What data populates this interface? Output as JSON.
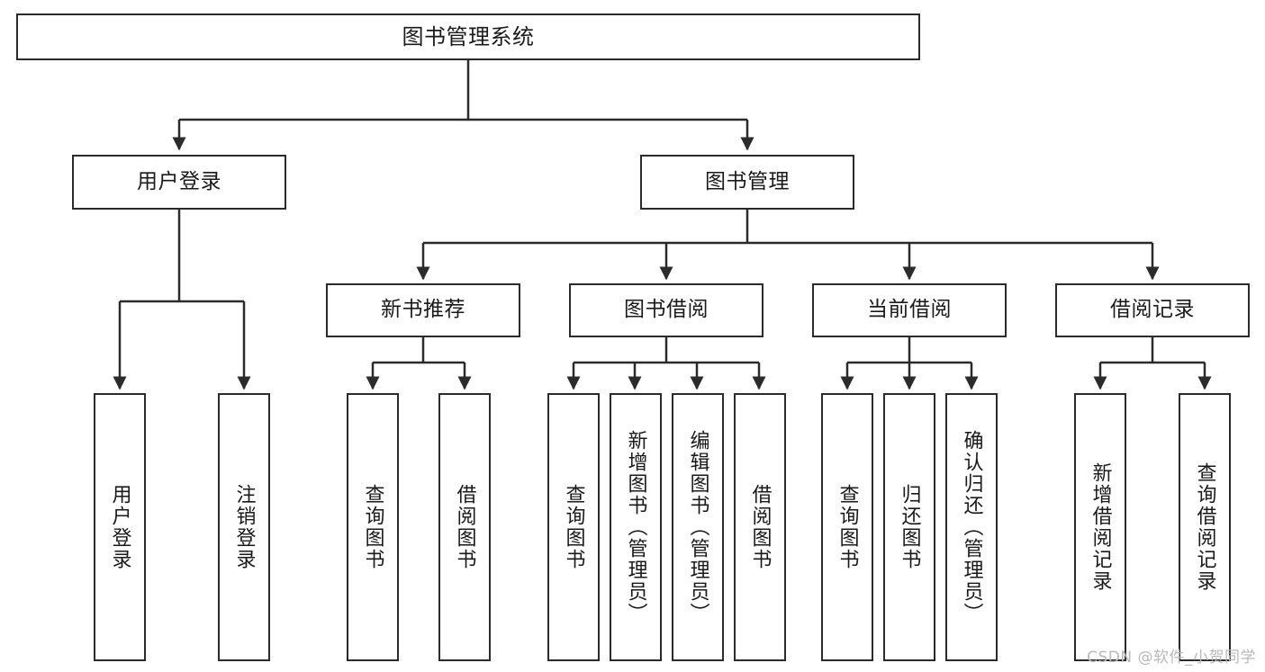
{
  "diagram": {
    "title": "图书管理系统",
    "type": "tree-hierarchy",
    "watermark": "CSDN @软件_小贺同学",
    "colors": {
      "background": "#ffffff",
      "box_border": "#2b2b2b",
      "box_fill": "#ffffff",
      "text": "#1a1a1a",
      "connector": "#2b2b2b",
      "watermark": "#b9b9b9"
    },
    "levels": {
      "root": {
        "label": "图书管理系统"
      },
      "level1": [
        {
          "label": "用户登录"
        },
        {
          "label": "图书管理"
        }
      ],
      "level2": [
        {
          "label": "新书推荐"
        },
        {
          "label": "图书借阅"
        },
        {
          "label": "当前借阅"
        },
        {
          "label": "借阅记录"
        }
      ],
      "leaves": {
        "user_login": [
          {
            "label": "用户登录"
          },
          {
            "label": "注销登录"
          }
        ],
        "new_book_recommend": [
          {
            "label": "查询图书"
          },
          {
            "label": "借阅图书"
          }
        ],
        "book_borrow": [
          {
            "label": "查询图书"
          },
          {
            "label": "新增图书（管理员）"
          },
          {
            "label": "编辑图书（管理员）"
          },
          {
            "label": "借阅图书"
          }
        ],
        "current_borrow": [
          {
            "label": "查询图书"
          },
          {
            "label": "归还图书"
          },
          {
            "label": "确认归还（管理员）"
          }
        ],
        "borrow_record": [
          {
            "label": "新增借阅记录"
          },
          {
            "label": "查询借阅记录"
          }
        ]
      }
    }
  }
}
